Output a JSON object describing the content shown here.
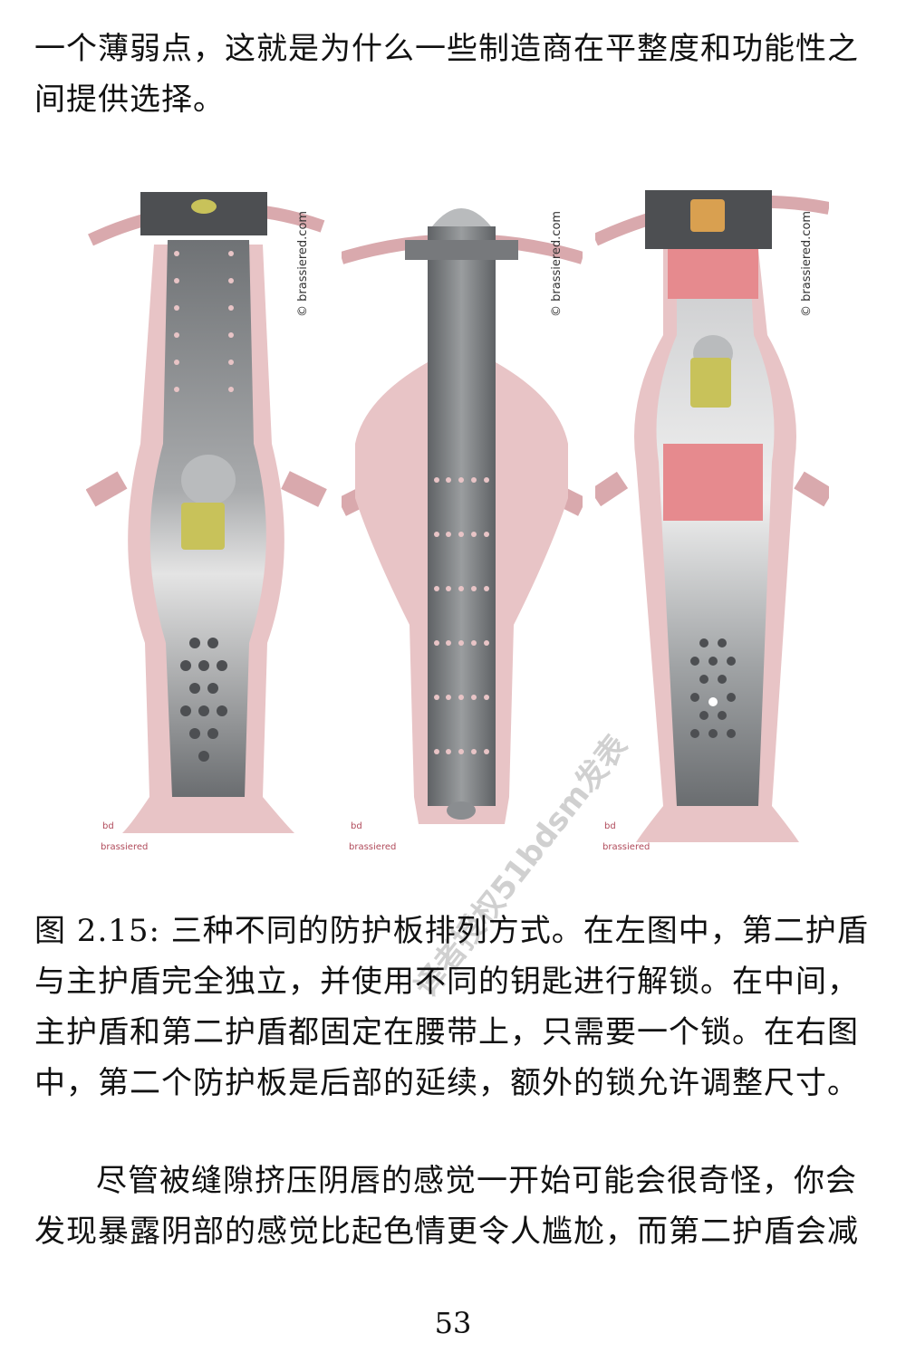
{
  "intro": {
    "lines": [
      "一个薄弱点，这就是为什么一些制造商在平整度和功能性之",
      "间提供选择。"
    ]
  },
  "figure": {
    "credit": "© brassiered.com",
    "logo_mark": "bd",
    "logo_word": "brassiered",
    "watermark": "译者授权51bdsm发表"
  },
  "caption": {
    "lines": [
      "图 2.15: 三种不同的防护板排列方式。在左图中，第二护盾",
      "与主护盾完全独立，并使用不同的钥匙进行解锁。在中间，",
      "主护盾和第二护盾都固定在腰带上，只需要一个锁。在右图",
      "中，第二个防护板是后部的延续，额外的锁允许调整尺寸。"
    ]
  },
  "paragraph": {
    "lines": [
      "尽管被缝隙挤压阴唇的感觉一开始可能会很奇怪，你会",
      "发现暴露阴部的感觉比起色情更令人尴尬，而第二护盾会减"
    ]
  },
  "page_number": "53",
  "colors": {
    "pink": "#e8c4c6",
    "pink_dark": "#d9a9ad",
    "steel": "#8a8d90",
    "steel_light": "#dcdcdc",
    "lock_green": "#c8c25a",
    "lock_orange": "#d9a050",
    "red_band": "#e68a8e"
  }
}
